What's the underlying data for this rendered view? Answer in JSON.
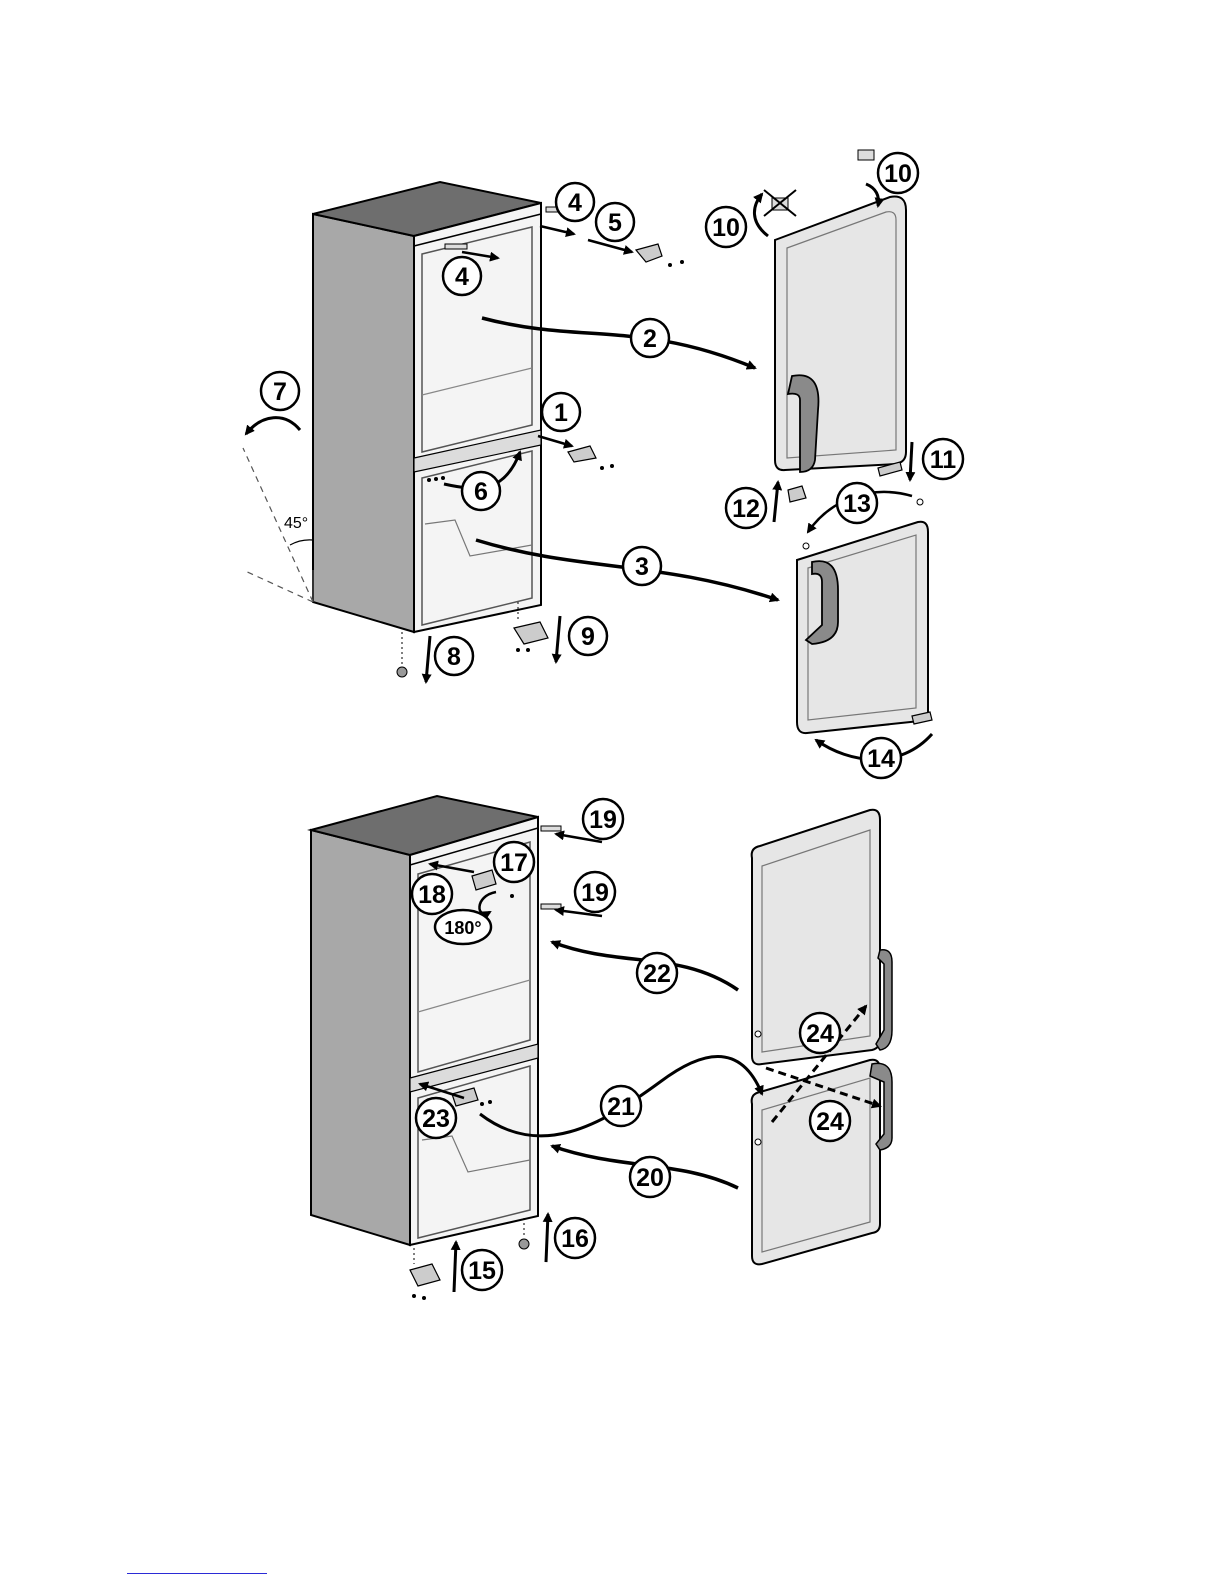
{
  "angle_label": "45°",
  "rotation_label": "180°",
  "steps": [
    "1",
    "2",
    "3",
    "4",
    "5",
    "6",
    "7",
    "8",
    "9",
    "10",
    "11",
    "12",
    "13",
    "14",
    "15",
    "16",
    "17",
    "18",
    "19",
    "20",
    "21",
    "22",
    "23",
    "24"
  ],
  "colors": {
    "cabinet_side": "#a8a8a8",
    "cabinet_top": "#6e6e6e",
    "door": "#e6e6e6",
    "handle": "#8a8a8a",
    "line": "#000000"
  }
}
